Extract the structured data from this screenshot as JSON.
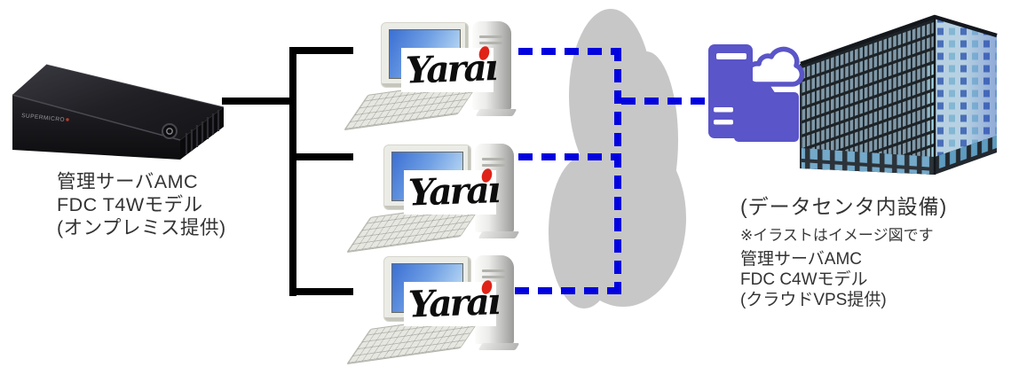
{
  "appliance": {
    "brand": "SUPERMICRO",
    "label_lines": [
      "管理サーバAMC",
      "FDC T4Wモデル",
      "(オンプレミス提供)"
    ]
  },
  "client": {
    "logo_text": "Yarai",
    "logo_main": "Yara",
    "logo_i_stem": "ı"
  },
  "datacenter": {
    "caption": "(データセンタ内設備)",
    "note": "※イラストはイメージ図です",
    "label_lines": [
      "管理サーバAMC",
      "FDC C4Wモデル",
      "(クラウドVPS提供)"
    ]
  },
  "colors": {
    "connection_black": "#000000",
    "connection_blue": "#0202df",
    "icon_purple": "#5a55c8",
    "cloud_gray": "#c7c7c7",
    "logo_red": "#df2318",
    "building_front_window": "#7f98a8",
    "building_side": "#b7d1e2"
  }
}
